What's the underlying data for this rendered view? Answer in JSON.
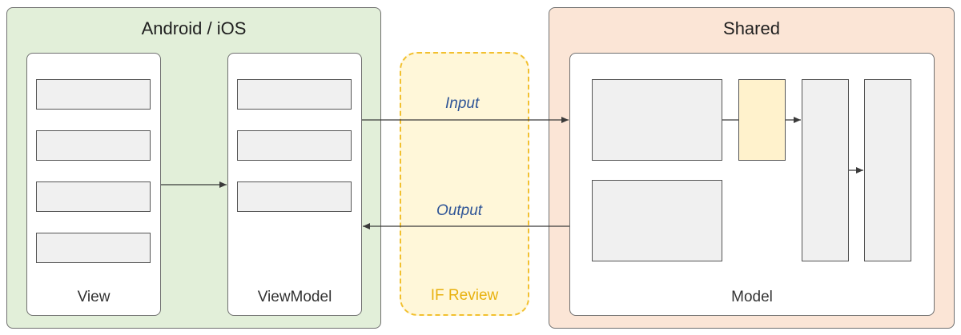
{
  "platform": {
    "title": "Android / iOS",
    "view_label": "View",
    "viewmodel_label": "ViewModel"
  },
  "shared": {
    "title": "Shared",
    "model_label": "Model"
  },
  "review": {
    "label": "IF Review"
  },
  "flows": {
    "input_label": "Input",
    "output_label": "Output"
  },
  "colors": {
    "platform_bg": "#e2efd9",
    "shared_bg": "#fbe5d6",
    "review_border": "#f2c02f",
    "review_text": "#e8b10e",
    "flow_text": "#2f5597",
    "highlight_block": "#fff2cc"
  }
}
